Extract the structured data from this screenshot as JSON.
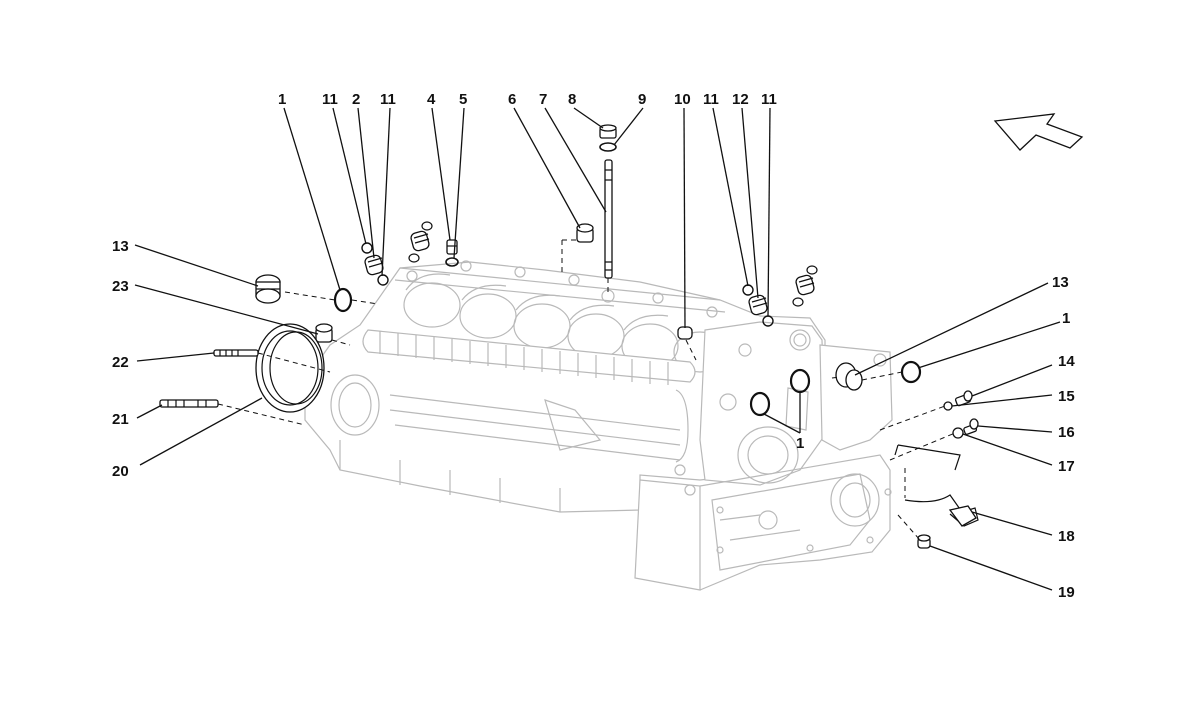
{
  "diagram": {
    "callouts": [
      {
        "id": "c1a",
        "text": "1"
      },
      {
        "id": "c11a",
        "text": "11"
      },
      {
        "id": "c2",
        "text": "2"
      },
      {
        "id": "c11b",
        "text": "11"
      },
      {
        "id": "c4",
        "text": "4"
      },
      {
        "id": "c5",
        "text": "5"
      },
      {
        "id": "c6",
        "text": "6"
      },
      {
        "id": "c7",
        "text": "7"
      },
      {
        "id": "c8",
        "text": "8"
      },
      {
        "id": "c9",
        "text": "9"
      },
      {
        "id": "c10",
        "text": "10"
      },
      {
        "id": "c11c",
        "text": "11"
      },
      {
        "id": "c12",
        "text": "12"
      },
      {
        "id": "c11d",
        "text": "11"
      },
      {
        "id": "c13a",
        "text": "13"
      },
      {
        "id": "c23",
        "text": "23"
      },
      {
        "id": "c22",
        "text": "22"
      },
      {
        "id": "c21",
        "text": "21"
      },
      {
        "id": "c20",
        "text": "20"
      },
      {
        "id": "c13b",
        "text": "13"
      },
      {
        "id": "c1b",
        "text": "1"
      },
      {
        "id": "c14",
        "text": "14"
      },
      {
        "id": "c15",
        "text": "15"
      },
      {
        "id": "c16",
        "text": "16"
      },
      {
        "id": "c17",
        "text": "17"
      },
      {
        "id": "c18",
        "text": "18"
      },
      {
        "id": "c19",
        "text": "19"
      },
      {
        "id": "c1c",
        "text": "1"
      }
    ]
  }
}
